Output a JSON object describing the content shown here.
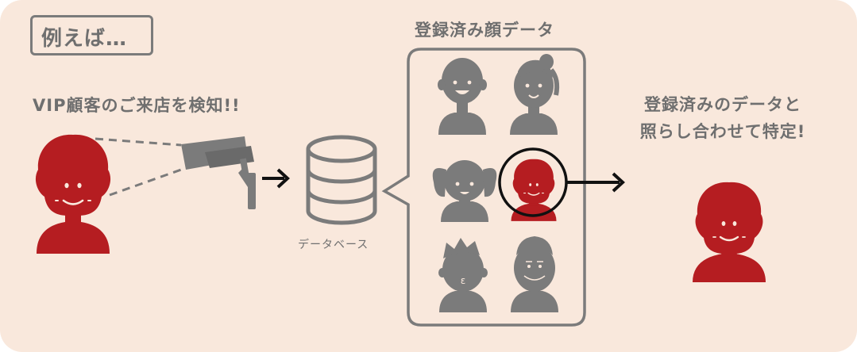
{
  "tag": {
    "label": "例えば…"
  },
  "labels": {
    "vip": "VIP顧客のご来店を検知!!",
    "registered": "登録済み顔データ",
    "database": "データベース",
    "result_line1": "登録済みのデータと",
    "result_line2": "照らし合わせて特定!"
  },
  "colors": {
    "background": "#f9e8dc",
    "highlight": "#b51d21",
    "gray": "#7b7b7b",
    "arrow": "#111111"
  },
  "faces": [
    {
      "id": "man-smile",
      "highlighted": false
    },
    {
      "id": "woman-ponytail",
      "highlighted": false
    },
    {
      "id": "girl-pigtails",
      "highlighted": false
    },
    {
      "id": "woman-curly",
      "highlighted": true
    },
    {
      "id": "boy-spiky",
      "highlighted": false
    },
    {
      "id": "elder-man",
      "highlighted": false
    }
  ]
}
